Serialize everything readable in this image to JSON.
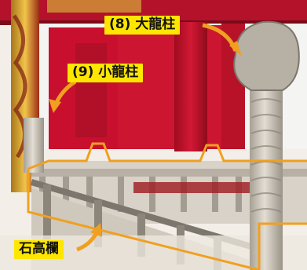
{
  "labels": {
    "big_dragon_pillar": "(8) 大龍柱",
    "small_dragon_pillar": "(9) 小龍柱",
    "stone_railing": "石高欄"
  },
  "colors": {
    "label_background": "#ffe600",
    "label_text": "#111111",
    "arrow_and_outline": "#f0a020",
    "temple_red": "#c8102e",
    "temple_gold": "#d7a21a",
    "stone": "#c9c2b7"
  },
  "icons": {
    "arrow_big": "arrow-icon",
    "arrow_small": "arrow-icon",
    "arrow_rail": "arrow-icon"
  }
}
